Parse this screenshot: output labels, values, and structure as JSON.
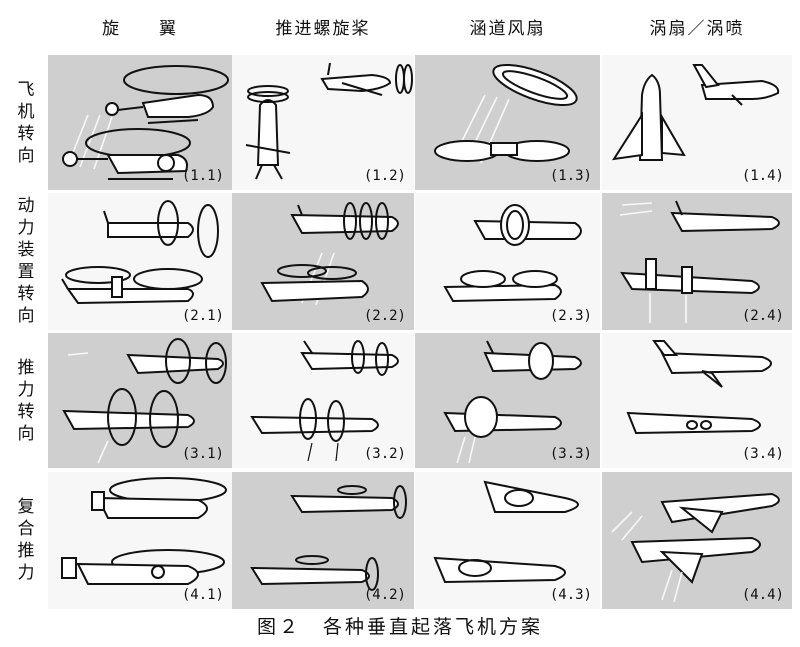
{
  "columns": [
    "旋　　翼",
    "推进螺旋桨",
    "涵道风扇",
    "涡扇／涡喷"
  ],
  "rows": [
    {
      "label": "飞机转向",
      "chars": [
        "飞",
        "机",
        "转",
        "向"
      ]
    },
    {
      "label": "动力装置转向",
      "chars": [
        "动",
        "力",
        "装",
        "置",
        "转",
        "向"
      ]
    },
    {
      "label": "推力转向",
      "chars": [
        "推",
        "力",
        "转",
        "向"
      ]
    },
    {
      "label": "复合推力",
      "chars": [
        "复",
        "合",
        "推",
        "力"
      ]
    }
  ],
  "cells": [
    [
      "(1.1)",
      "(1.2)",
      "(1.3)",
      "(1.4)"
    ],
    [
      "(2.1)",
      "(2.2)",
      "(2.3)",
      "(2.4)"
    ],
    [
      "(3.1)",
      "(3.2)",
      "(3.3)",
      "(3.4)"
    ],
    [
      "(4.1)",
      "(4.2)",
      "(4.3)",
      "(4.4)"
    ]
  ],
  "caption": "图２　各种垂直起落飞机方案"
}
